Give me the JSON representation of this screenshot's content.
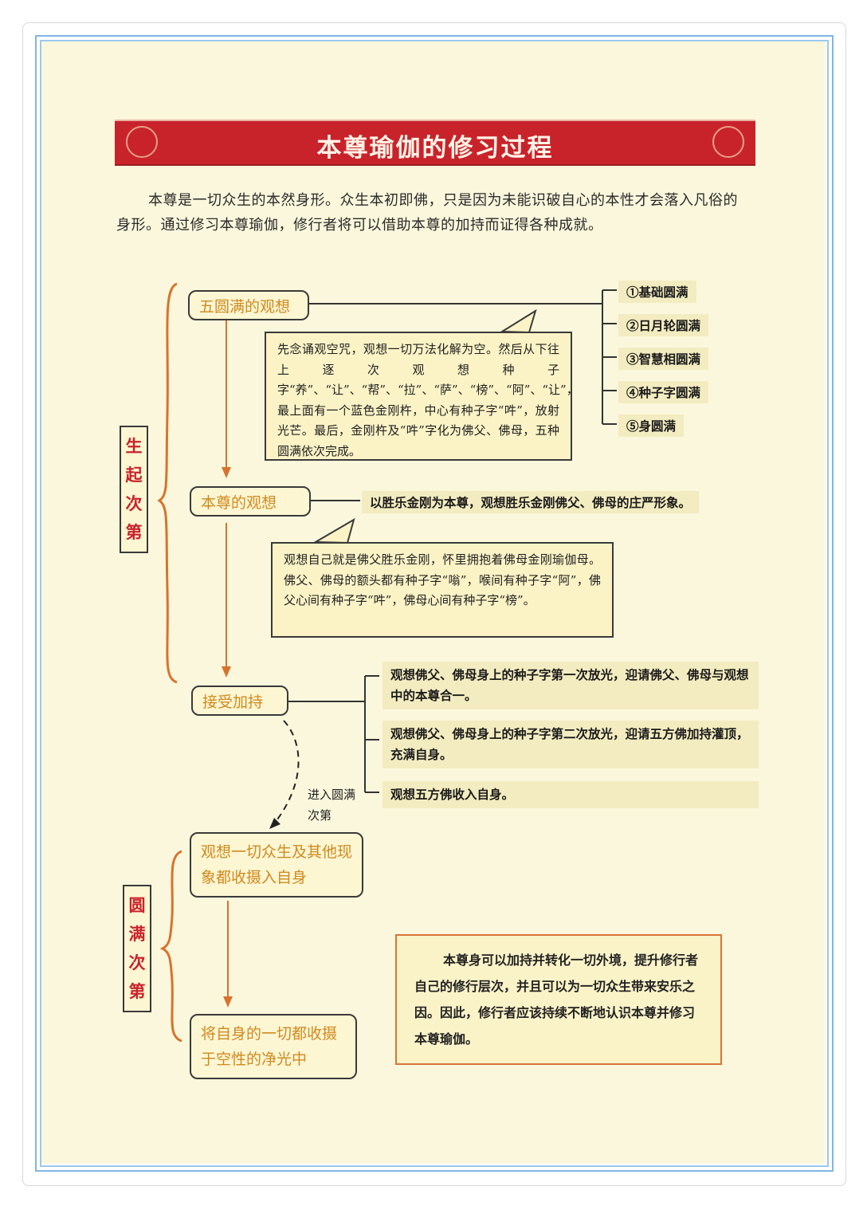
{
  "title": "本尊瑜伽的修习过程",
  "intro": "本尊是一切众生的本然身形。众生本初即佛，只是因为未能识破自心的本性才会落入凡俗的身形。通过修习本尊瑜伽，修行者将可以借助本尊的加持而证得各种成就。",
  "stages": {
    "generation": "生起次第",
    "completion": "圆满次第"
  },
  "nodes": {
    "five_perfections": "五圆满的观想",
    "deity": "本尊的观想",
    "blessing": "接受加持",
    "absorb_all": "观想一切众生及其他现象都收摄入自身",
    "dissolve": "将自身的一切都收摄于空性的净光中"
  },
  "five_list": [
    "①基础圆满",
    "②日月轮圆满",
    "③智慧相圆满",
    "④种子字圆满",
    "⑤身圆满"
  ],
  "speech_1": "先念诵观空咒，观想一切万法化解为空。然后从下往上逐次观想种子字“养”、“让”、“帮”、“拉”、“萨”、“榜”、“阿”、“让”，最上面有一个蓝色金刚杵，中心有种子字“吽”，放射光芒。最后，金刚杵及“吽”字化为佛父、佛母，五种圆满依次完成。",
  "deity_desc": "以胜乐金刚为本尊，观想胜乐金刚佛父、佛母的庄严形象。",
  "speech_2": "观想自己就是佛父胜乐金刚，怀里拥抱着佛母金刚瑜伽母。佛父、佛母的额头都有种子字“嗡”，喉间有种子字“阿”，佛父心间有种子字“吽”，佛母心间有种子字“榜”。",
  "blessing_items": [
    "观想佛父、佛母身上的种子字第一次放光，迎请佛父、佛母与观想中的本尊合一。",
    "观想佛父、佛母身上的种子字第二次放光，迎请五方佛加持灌顶，充满自身。",
    "观想五方佛收入自身。"
  ],
  "transition": "进入圆满次第",
  "summary": "本尊身可以加持并转化一切外境，提升修行者自己的修行层次，并且可以为一切众生带来安乐之因。因此，修行者应该持续不断地认识本尊并修习本尊瑜伽。",
  "colors": {
    "title_bar": "#c8232b",
    "node_text": "#d08a1e",
    "arrow": "#d7732e",
    "brace": "#d7732e",
    "page_bg": "#fbf7dc"
  }
}
